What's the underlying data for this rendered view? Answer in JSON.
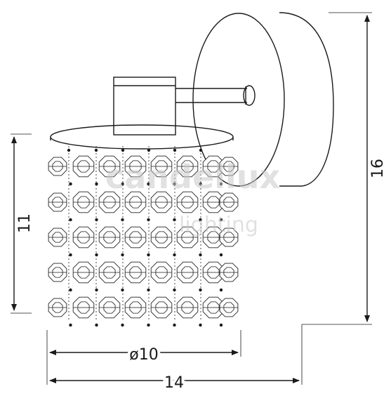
{
  "dimensions": {
    "width_label": "14",
    "diameter_label": "ø10",
    "shade_height_label": "11",
    "total_height_label": "16"
  },
  "watermark": {
    "line1": "candellux",
    "line2": "lighting"
  },
  "colors": {
    "ink": "#1a1a1a",
    "background": "#ffffff",
    "watermark": "#c9c9c9"
  }
}
